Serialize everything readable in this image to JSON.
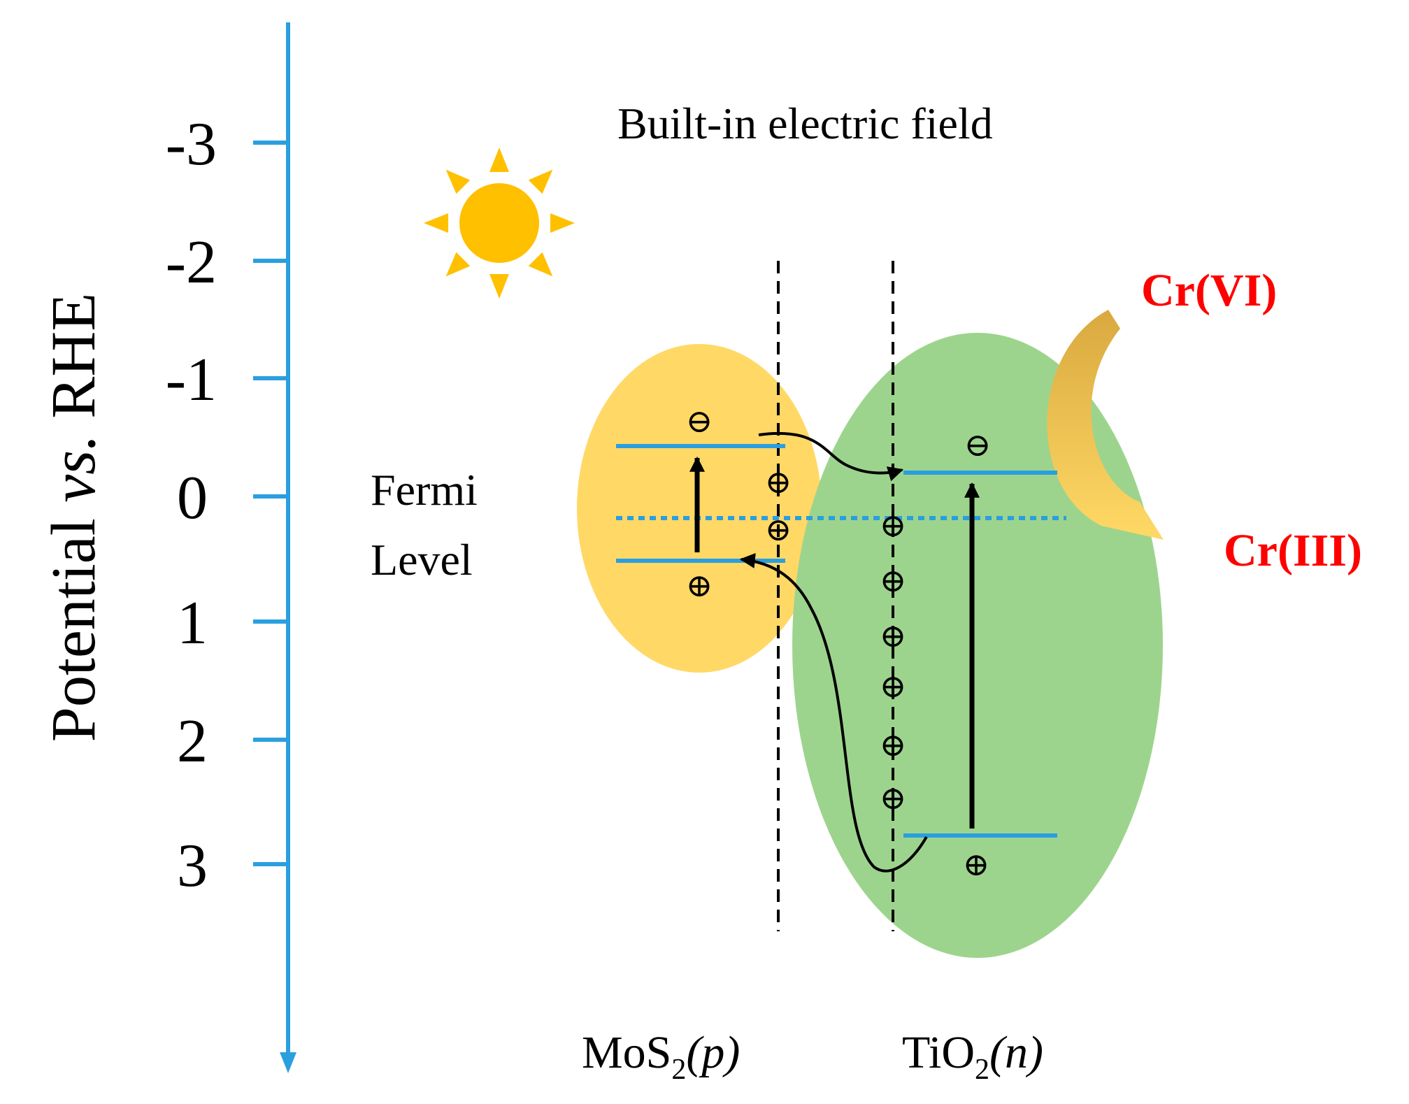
{
  "axis": {
    "title_prefix": "Potential ",
    "title_italic": "vs.",
    "title_suffix": " RHE",
    "ticks": [
      "-3",
      "-2",
      "-1",
      "0",
      "1",
      "2",
      "3"
    ],
    "color": "#2a9fdf"
  },
  "labels": {
    "built_in_field": "Built-in electric field",
    "fermi_line1": "Fermi",
    "fermi_line2": "Level",
    "cr6": "Cr(VI)",
    "cr3": "Cr(III)",
    "mos2_main": "MoS",
    "mos2_sub": "2",
    "mos2_type": "(p)",
    "tio2_main": "TiO",
    "tio2_sub": "2",
    "tio2_type": "(n)"
  },
  "symbols": {
    "electron": "⊖",
    "hole": "⊕"
  },
  "colors": {
    "sun": "#ffc000",
    "mos2_region": "#ffd866",
    "tio2_region": "#9dd48d",
    "band_line": "#2a9fdf",
    "cr_text": "#ff0000",
    "reduction_arrow_top": "#d9a93f",
    "reduction_arrow_bottom": "#ffd966"
  },
  "icons": {
    "sun": "sun-icon"
  }
}
